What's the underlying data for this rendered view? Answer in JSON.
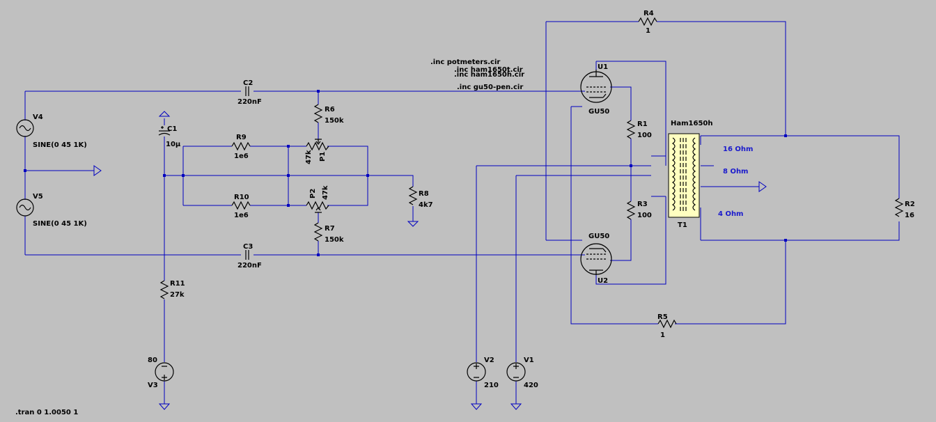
{
  "directives": {
    "inc_potmeters": ".inc potmeters.cir",
    "inc_ham_t": ".inc ham1650t.cir",
    "inc_ham_h": ".inc ham1650h.cir",
    "inc_gu50": ".inc gu50-pen.cir",
    "tran": ".tran 0 1.0050 1"
  },
  "components": {
    "V4": {
      "name": "V4",
      "value": "SINE(0 45 1K)"
    },
    "V5": {
      "name": "V5",
      "value": "SINE(0 45 1K)"
    },
    "C1": {
      "name": "C1",
      "value": "10µ"
    },
    "C2": {
      "name": "C2",
      "value": "220nF"
    },
    "C3": {
      "name": "C3",
      "value": "220nF"
    },
    "R9": {
      "name": "R9",
      "value": "1e6"
    },
    "R10": {
      "name": "R10",
      "value": "1e6"
    },
    "R6": {
      "name": "R6",
      "value": "150k"
    },
    "R7": {
      "name": "R7",
      "value": "150k"
    },
    "P1": {
      "name": "P1",
      "value": "47k"
    },
    "P2": {
      "name": "P2",
      "value": "47k"
    },
    "R8": {
      "name": "R8",
      "value": "4k7"
    },
    "R11": {
      "name": "R11",
      "value": "27k"
    },
    "V3": {
      "name": "V3",
      "value": "80"
    },
    "V2": {
      "name": "V2",
      "value": "210"
    },
    "V1": {
      "name": "V1",
      "value": "420"
    },
    "U1": {
      "name": "U1",
      "value": "GU50"
    },
    "U2": {
      "name": "U2",
      "value": "GU50"
    },
    "R1": {
      "name": "R1",
      "value": "100"
    },
    "R3": {
      "name": "R3",
      "value": "100"
    },
    "R4": {
      "name": "R4",
      "value": "1"
    },
    "R5": {
      "name": "R5",
      "value": "1"
    },
    "R2": {
      "name": "R2",
      "value": "16"
    },
    "T1": {
      "name": "T1",
      "value": "Ham1650h"
    }
  },
  "taps": {
    "tap16": "16 Ohm",
    "tap8": "8 Ohm",
    "tap4": "4 Ohm"
  },
  "colors": {
    "background": "#c0c0c0",
    "wire": "#0000c0",
    "component": "#000000",
    "tap_label": "#1a1acc",
    "transformer_fill": "#ffffc0"
  }
}
